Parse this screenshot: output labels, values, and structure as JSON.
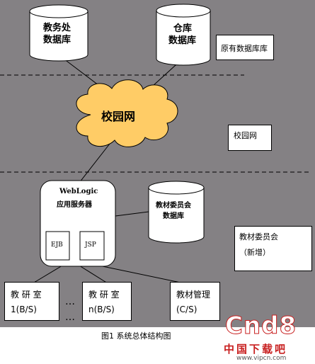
{
  "diagram": {
    "caption": "图1 系统总体结构图",
    "colors": {
      "background": "#848184",
      "cloud": "#ffcc66",
      "white": "#ffffff"
    },
    "databases": {
      "academic_affairs_line1": "教务处",
      "academic_affairs_line2": "数据库",
      "warehouse_line1": "仓库",
      "warehouse_line2": "数据库",
      "textbook_committee_line1": "教材委员会",
      "textbook_committee_line2": "数据库"
    },
    "cloud_label": "校园网",
    "side_labels": {
      "original_db": "原有数据库库",
      "campus_net": "校园网",
      "committee_line1": "教材委员会",
      "committee_line2": "（新增）"
    },
    "server": {
      "line1": "WebLogic",
      "line2": "应用服务器",
      "ejb": "EJB",
      "jsp": "JSP"
    },
    "clients": {
      "office1_line1": "教 研 室",
      "office1_line2": "1(B/S)",
      "officen_line1": "教 研 室",
      "officen_line2": "n(B/S)",
      "mgmt_line1": "教材管理",
      "mgmt_line2": "(C/S)",
      "ellipsis": "…"
    },
    "watermark": {
      "logo": "Cnd8",
      "sub": "中国下载吧",
      "url": "www.vipcn.com"
    }
  }
}
